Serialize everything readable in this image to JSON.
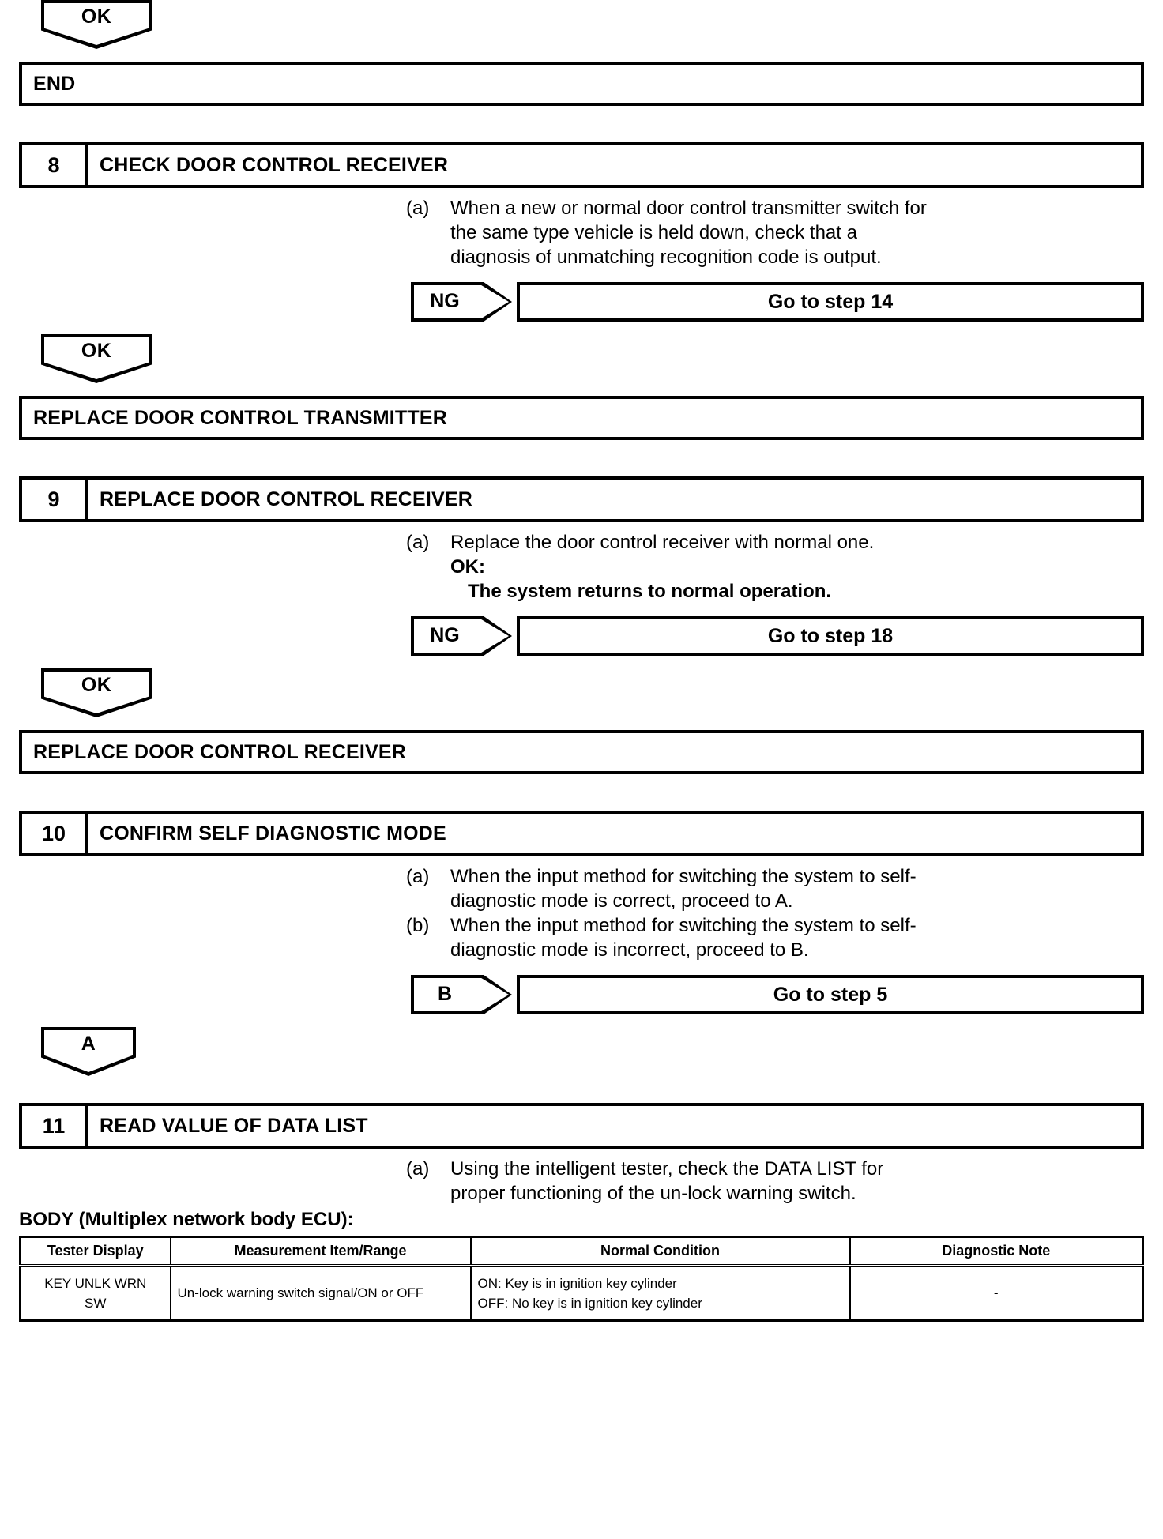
{
  "connectors": {
    "ok_top": "OK",
    "ok_after_step8": "OK",
    "ok_after_step9": "OK",
    "a_after_step10": "A"
  },
  "results": {
    "end": "END",
    "replace_transmitter": "REPLACE DOOR CONTROL TRANSMITTER",
    "replace_receiver": "REPLACE DOOR CONTROL RECEIVER"
  },
  "steps": [
    {
      "number": "8",
      "title": "CHECK DOOR CONTROL RECEIVER",
      "items": [
        {
          "marker": "(a)",
          "lines": [
            "When a new or normal door control transmitter switch for",
            "the same type vehicle is held down, check that a",
            "diagnosis of unmatching recognition code is output."
          ]
        }
      ],
      "branch": {
        "tag": "NG",
        "destination": "Go to step 14"
      }
    },
    {
      "number": "9",
      "title": "REPLACE DOOR CONTROL RECEIVER",
      "items": [
        {
          "marker": "(a)",
          "lines": [
            "Replace the door control receiver with normal one."
          ]
        },
        {
          "marker": "",
          "bold": true,
          "lines": [
            "OK:"
          ]
        },
        {
          "marker": "",
          "bold": true,
          "indent": true,
          "lines": [
            "The system returns to normal operation."
          ]
        }
      ],
      "branch": {
        "tag": "NG",
        "destination": "Go to step 18"
      }
    },
    {
      "number": "10",
      "title": "CONFIRM SELF DIAGNOSTIC MODE",
      "items": [
        {
          "marker": "(a)",
          "lines": [
            "When the input method for switching the system to self-",
            "diagnostic mode is correct, proceed to A."
          ]
        },
        {
          "marker": "(b)",
          "lines": [
            "When the input method for switching the system to self-",
            "diagnostic mode is incorrect, proceed to B."
          ]
        }
      ],
      "branch": {
        "tag": "B",
        "destination": "Go to step 5"
      }
    },
    {
      "number": "11",
      "title": "READ VALUE OF DATA LIST",
      "items": [
        {
          "marker": "(a)",
          "lines": [
            "Using the intelligent tester, check the DATA LIST for",
            "proper functioning of the un-lock warning switch."
          ]
        }
      ]
    }
  ],
  "datalist": {
    "label": "BODY (Multiplex network body ECU):",
    "columns": [
      "Tester Display",
      "Measurement Item/Range",
      "Normal Condition",
      "Diagnostic Note"
    ],
    "rows": [
      {
        "tester_display_line1": "KEY UNLK WRN",
        "tester_display_line2": "SW",
        "measurement": "Un-lock warning switch signal/ON or OFF",
        "condition_on": "ON: Key is in ignition key cylinder",
        "condition_off": "OFF: No key is in ignition key cylinder",
        "note": "-"
      }
    ]
  }
}
